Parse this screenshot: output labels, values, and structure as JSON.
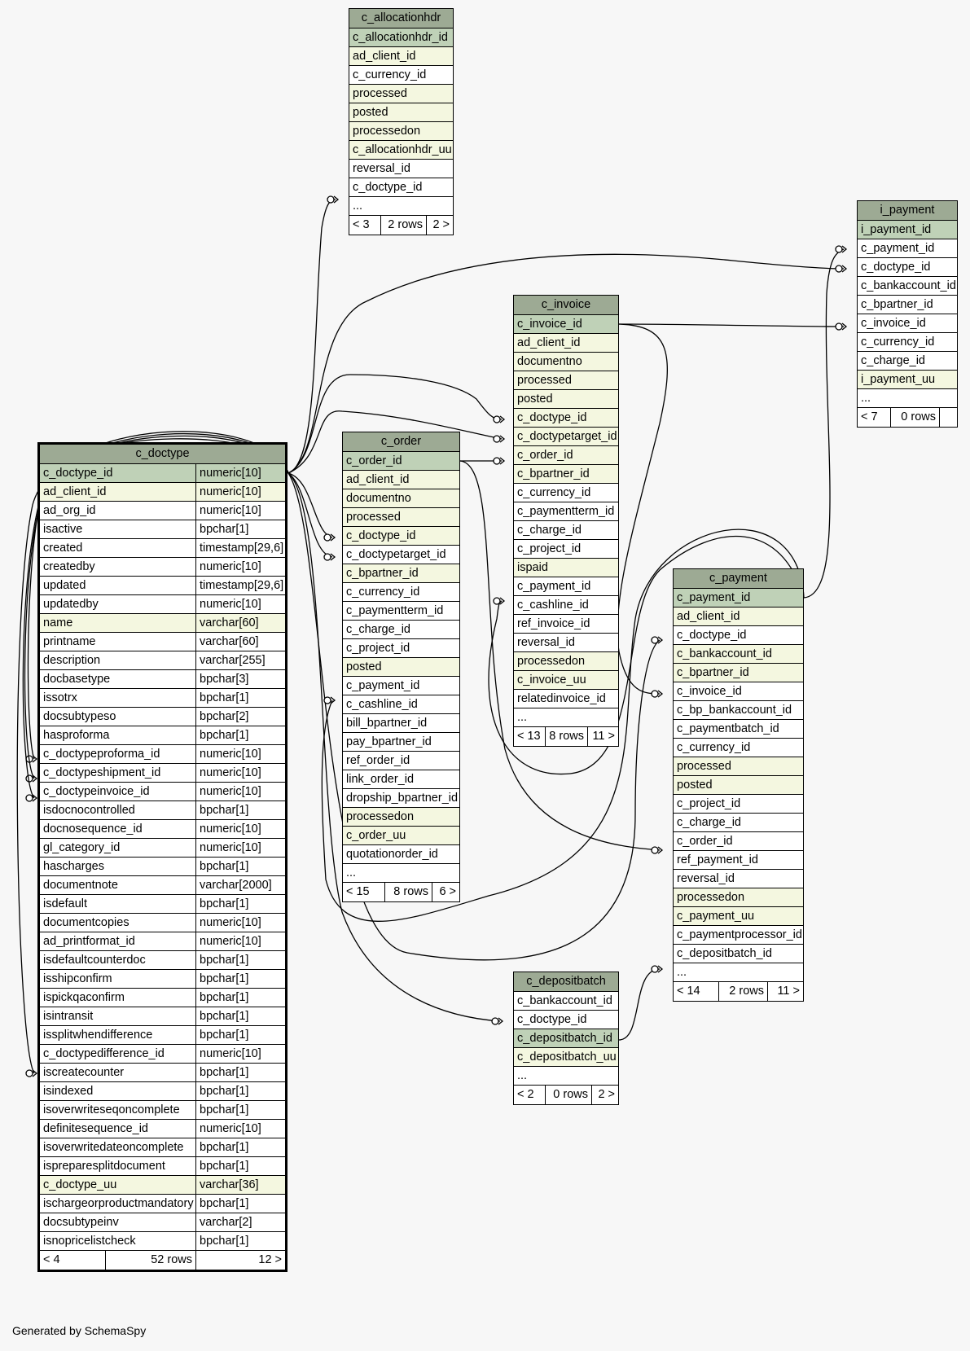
{
  "footer": "Generated by SchemaSpy",
  "colors": {
    "background": "#f7f7f7",
    "header": "#9daa94",
    "primary_key": "#bfd1b7",
    "indexed": "#f4f7e0",
    "plain": "#ffffff"
  },
  "tables": [
    {
      "id": "c_allocationhdr",
      "name": "c_allocationhdr",
      "main": false,
      "rows": [
        {
          "name": "c_allocationhdr_id",
          "kind": "pk"
        },
        {
          "name": "ad_client_id",
          "kind": "idx"
        },
        {
          "name": "c_currency_id",
          "kind": "plain"
        },
        {
          "name": "processed",
          "kind": "idx"
        },
        {
          "name": "posted",
          "kind": "idx"
        },
        {
          "name": "processedon",
          "kind": "idx"
        },
        {
          "name": "c_allocationhdr_uu",
          "kind": "idx"
        },
        {
          "name": "reversal_id",
          "kind": "plain"
        },
        {
          "name": "c_doctype_id",
          "kind": "plain"
        },
        {
          "name": "...",
          "kind": "plain"
        }
      ],
      "footer": [
        "< 3",
        "2 rows",
        "2 >"
      ]
    },
    {
      "id": "i_payment",
      "name": "i_payment",
      "main": false,
      "rows": [
        {
          "name": "i_payment_id",
          "kind": "pk"
        },
        {
          "name": "c_payment_id",
          "kind": "plain"
        },
        {
          "name": "c_doctype_id",
          "kind": "plain"
        },
        {
          "name": "c_bankaccount_id",
          "kind": "plain"
        },
        {
          "name": "c_bpartner_id",
          "kind": "plain"
        },
        {
          "name": "c_invoice_id",
          "kind": "plain"
        },
        {
          "name": "c_currency_id",
          "kind": "plain"
        },
        {
          "name": "c_charge_id",
          "kind": "plain"
        },
        {
          "name": "i_payment_uu",
          "kind": "idx"
        },
        {
          "name": "...",
          "kind": "plain"
        }
      ],
      "footer": [
        "< 7",
        "0 rows",
        ""
      ]
    },
    {
      "id": "c_invoice",
      "name": "c_invoice",
      "main": false,
      "rows": [
        {
          "name": "c_invoice_id",
          "kind": "pk"
        },
        {
          "name": "ad_client_id",
          "kind": "idx"
        },
        {
          "name": "documentno",
          "kind": "idx"
        },
        {
          "name": "processed",
          "kind": "idx"
        },
        {
          "name": "posted",
          "kind": "idx"
        },
        {
          "name": "c_doctype_id",
          "kind": "idx"
        },
        {
          "name": "c_doctypetarget_id",
          "kind": "idx"
        },
        {
          "name": "c_order_id",
          "kind": "idx"
        },
        {
          "name": "c_bpartner_id",
          "kind": "idx"
        },
        {
          "name": "c_currency_id",
          "kind": "plain"
        },
        {
          "name": "c_paymentterm_id",
          "kind": "plain"
        },
        {
          "name": "c_charge_id",
          "kind": "plain"
        },
        {
          "name": "c_project_id",
          "kind": "plain"
        },
        {
          "name": "ispaid",
          "kind": "idx"
        },
        {
          "name": "c_payment_id",
          "kind": "plain"
        },
        {
          "name": "c_cashline_id",
          "kind": "plain"
        },
        {
          "name": "ref_invoice_id",
          "kind": "plain"
        },
        {
          "name": "reversal_id",
          "kind": "plain"
        },
        {
          "name": "processedon",
          "kind": "idx"
        },
        {
          "name": "c_invoice_uu",
          "kind": "idx"
        },
        {
          "name": "relatedinvoice_id",
          "kind": "plain"
        },
        {
          "name": "...",
          "kind": "plain"
        }
      ],
      "footer": [
        "< 13",
        "8 rows",
        "11 >"
      ]
    },
    {
      "id": "c_order",
      "name": "c_order",
      "main": false,
      "rows": [
        {
          "name": "c_order_id",
          "kind": "pk"
        },
        {
          "name": "ad_client_id",
          "kind": "idx"
        },
        {
          "name": "documentno",
          "kind": "idx"
        },
        {
          "name": "processed",
          "kind": "idx"
        },
        {
          "name": "c_doctype_id",
          "kind": "idx"
        },
        {
          "name": "c_doctypetarget_id",
          "kind": "plain"
        },
        {
          "name": "c_bpartner_id",
          "kind": "idx"
        },
        {
          "name": "c_currency_id",
          "kind": "plain"
        },
        {
          "name": "c_paymentterm_id",
          "kind": "plain"
        },
        {
          "name": "c_charge_id",
          "kind": "plain"
        },
        {
          "name": "c_project_id",
          "kind": "plain"
        },
        {
          "name": "posted",
          "kind": "idx"
        },
        {
          "name": "c_payment_id",
          "kind": "plain"
        },
        {
          "name": "c_cashline_id",
          "kind": "plain"
        },
        {
          "name": "bill_bpartner_id",
          "kind": "plain"
        },
        {
          "name": "pay_bpartner_id",
          "kind": "plain"
        },
        {
          "name": "ref_order_id",
          "kind": "plain"
        },
        {
          "name": "link_order_id",
          "kind": "plain"
        },
        {
          "name": "dropship_bpartner_id",
          "kind": "plain"
        },
        {
          "name": "processedon",
          "kind": "idx"
        },
        {
          "name": "c_order_uu",
          "kind": "idx"
        },
        {
          "name": "quotationorder_id",
          "kind": "plain"
        },
        {
          "name": "...",
          "kind": "plain"
        }
      ],
      "footer": [
        "< 15",
        "8 rows",
        "6 >"
      ]
    },
    {
      "id": "c_payment",
      "name": "c_payment",
      "main": false,
      "rows": [
        {
          "name": "c_payment_id",
          "kind": "pk"
        },
        {
          "name": "ad_client_id",
          "kind": "idx"
        },
        {
          "name": "c_doctype_id",
          "kind": "plain"
        },
        {
          "name": "c_bankaccount_id",
          "kind": "idx"
        },
        {
          "name": "c_bpartner_id",
          "kind": "idx"
        },
        {
          "name": "c_invoice_id",
          "kind": "plain"
        },
        {
          "name": "c_bp_bankaccount_id",
          "kind": "plain"
        },
        {
          "name": "c_paymentbatch_id",
          "kind": "plain"
        },
        {
          "name": "c_currency_id",
          "kind": "plain"
        },
        {
          "name": "processed",
          "kind": "idx"
        },
        {
          "name": "posted",
          "kind": "idx"
        },
        {
          "name": "c_project_id",
          "kind": "plain"
        },
        {
          "name": "c_charge_id",
          "kind": "plain"
        },
        {
          "name": "c_order_id",
          "kind": "plain"
        },
        {
          "name": "ref_payment_id",
          "kind": "plain"
        },
        {
          "name": "reversal_id",
          "kind": "plain"
        },
        {
          "name": "processedon",
          "kind": "idx"
        },
        {
          "name": "c_payment_uu",
          "kind": "idx"
        },
        {
          "name": "c_paymentprocessor_id",
          "kind": "plain"
        },
        {
          "name": "c_depositbatch_id",
          "kind": "plain"
        },
        {
          "name": "...",
          "kind": "plain"
        }
      ],
      "footer": [
        "< 14",
        "2 rows",
        "11 >"
      ]
    },
    {
      "id": "c_depositbatch",
      "name": "c_depositbatch",
      "main": false,
      "rows": [
        {
          "name": "c_bankaccount_id",
          "kind": "plain"
        },
        {
          "name": "c_doctype_id",
          "kind": "plain"
        },
        {
          "name": "c_depositbatch_id",
          "kind": "pk"
        },
        {
          "name": "c_depositbatch_uu",
          "kind": "idx"
        },
        {
          "name": "...",
          "kind": "plain"
        }
      ],
      "footer": [
        "< 2",
        "0 rows",
        "2 >"
      ]
    },
    {
      "id": "c_doctype",
      "name": "c_doctype",
      "main": true,
      "rows": [
        {
          "name": "c_doctype_id",
          "type": "numeric[10]",
          "kind": "pk"
        },
        {
          "name": "ad_client_id",
          "type": "numeric[10]",
          "kind": "idx"
        },
        {
          "name": "ad_org_id",
          "type": "numeric[10]",
          "kind": "plain"
        },
        {
          "name": "isactive",
          "type": "bpchar[1]",
          "kind": "plain"
        },
        {
          "name": "created",
          "type": "timestamp[29,6]",
          "kind": "plain"
        },
        {
          "name": "createdby",
          "type": "numeric[10]",
          "kind": "plain"
        },
        {
          "name": "updated",
          "type": "timestamp[29,6]",
          "kind": "plain"
        },
        {
          "name": "updatedby",
          "type": "numeric[10]",
          "kind": "plain"
        },
        {
          "name": "name",
          "type": "varchar[60]",
          "kind": "idx"
        },
        {
          "name": "printname",
          "type": "varchar[60]",
          "kind": "plain"
        },
        {
          "name": "description",
          "type": "varchar[255]",
          "kind": "plain"
        },
        {
          "name": "docbasetype",
          "type": "bpchar[3]",
          "kind": "plain"
        },
        {
          "name": "issotrx",
          "type": "bpchar[1]",
          "kind": "plain"
        },
        {
          "name": "docsubtypeso",
          "type": "bpchar[2]",
          "kind": "plain"
        },
        {
          "name": "hasproforma",
          "type": "bpchar[1]",
          "kind": "plain"
        },
        {
          "name": "c_doctypeproforma_id",
          "type": "numeric[10]",
          "kind": "plain"
        },
        {
          "name": "c_doctypeshipment_id",
          "type": "numeric[10]",
          "kind": "plain"
        },
        {
          "name": "c_doctypeinvoice_id",
          "type": "numeric[10]",
          "kind": "plain"
        },
        {
          "name": "isdocnocontrolled",
          "type": "bpchar[1]",
          "kind": "plain"
        },
        {
          "name": "docnosequence_id",
          "type": "numeric[10]",
          "kind": "plain"
        },
        {
          "name": "gl_category_id",
          "type": "numeric[10]",
          "kind": "plain"
        },
        {
          "name": "hascharges",
          "type": "bpchar[1]",
          "kind": "plain"
        },
        {
          "name": "documentnote",
          "type": "varchar[2000]",
          "kind": "plain"
        },
        {
          "name": "isdefault",
          "type": "bpchar[1]",
          "kind": "plain"
        },
        {
          "name": "documentcopies",
          "type": "numeric[10]",
          "kind": "plain"
        },
        {
          "name": "ad_printformat_id",
          "type": "numeric[10]",
          "kind": "plain"
        },
        {
          "name": "isdefaultcounterdoc",
          "type": "bpchar[1]",
          "kind": "plain"
        },
        {
          "name": "isshipconfirm",
          "type": "bpchar[1]",
          "kind": "plain"
        },
        {
          "name": "ispickqaconfirm",
          "type": "bpchar[1]",
          "kind": "plain"
        },
        {
          "name": "isintransit",
          "type": "bpchar[1]",
          "kind": "plain"
        },
        {
          "name": "issplitwhendifference",
          "type": "bpchar[1]",
          "kind": "plain"
        },
        {
          "name": "c_doctypedifference_id",
          "type": "numeric[10]",
          "kind": "plain"
        },
        {
          "name": "iscreatecounter",
          "type": "bpchar[1]",
          "kind": "plain"
        },
        {
          "name": "isindexed",
          "type": "bpchar[1]",
          "kind": "plain"
        },
        {
          "name": "isoverwriteseqoncomplete",
          "type": "bpchar[1]",
          "kind": "plain"
        },
        {
          "name": "definitesequence_id",
          "type": "numeric[10]",
          "kind": "plain"
        },
        {
          "name": "isoverwritedateoncomplete",
          "type": "bpchar[1]",
          "kind": "plain"
        },
        {
          "name": "ispreparesplitdocument",
          "type": "bpchar[1]",
          "kind": "plain"
        },
        {
          "name": "c_doctype_uu",
          "type": "varchar[36]",
          "kind": "idx"
        },
        {
          "name": "ischargeorproductmandatory",
          "type": "bpchar[1]",
          "kind": "plain"
        },
        {
          "name": "docsubtypeinv",
          "type": "varchar[2]",
          "kind": "plain"
        },
        {
          "name": "isnopricelistcheck",
          "type": "bpchar[1]",
          "kind": "plain"
        }
      ],
      "footer": [
        "< 4",
        "52 rows",
        "12 >"
      ]
    }
  ]
}
